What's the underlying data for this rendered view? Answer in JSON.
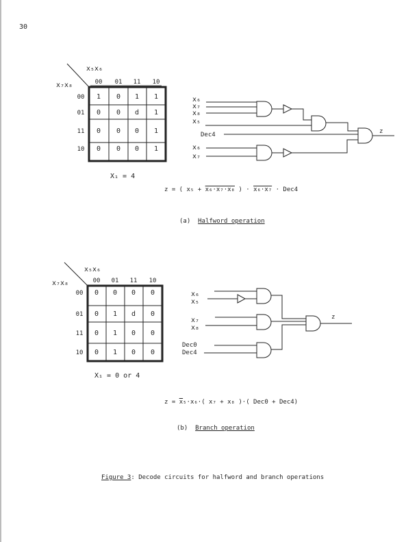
{
  "page_number": "30",
  "part_a": {
    "kmap": {
      "col_var": "x₅x₆",
      "row_var": "x₇x₈",
      "col_headers": [
        "00",
        "01",
        "11",
        "10"
      ],
      "row_headers": [
        "00",
        "01",
        "11",
        "10"
      ],
      "cells": [
        [
          "1",
          "0",
          "1",
          "1"
        ],
        [
          "0",
          "0",
          "d",
          "1"
        ],
        [
          "0",
          "0",
          "0",
          "1"
        ],
        [
          "0",
          "0",
          "0",
          "1"
        ]
      ],
      "condition": "X₁ = 4"
    },
    "circuit": {
      "inputs": [
        "x₆",
        "x₇",
        "x₈",
        "x₅",
        "Dec4",
        "x₆",
        "x₇"
      ],
      "output": "z"
    },
    "equation": {
      "lhs": "z = ( x₅ + ",
      "ol1": "x₆·x₇·x₈",
      "mid": " ) · ",
      "ol2": "x₆·x₇",
      "rhs": " · Dec4"
    },
    "caption_label": "(a)",
    "caption_text": "Halfword operation"
  },
  "part_b": {
    "kmap": {
      "col_var": "x₅x₆",
      "row_var": "x₇x₈",
      "col_headers": [
        "00",
        "01",
        "11",
        "10"
      ],
      "row_headers": [
        "00",
        "01",
        "11",
        "10"
      ],
      "cells": [
        [
          "0",
          "0",
          "0",
          "0"
        ],
        [
          "0",
          "1",
          "d",
          "0"
        ],
        [
          "0",
          "1",
          "0",
          "0"
        ],
        [
          "0",
          "1",
          "0",
          "0"
        ]
      ],
      "condition": "X₁ = 0 or 4"
    },
    "circuit": {
      "inputs": [
        "x₆",
        "x₅",
        "x₇",
        "x₈",
        "Dec0",
        "Dec4"
      ],
      "output": "z"
    },
    "equation": {
      "lhs": "z = ",
      "ol1": "x",
      "rest": "₅·x₆·( x₇ + x₈ )·( Dec0 + Dec4)"
    },
    "caption_label": "(b)",
    "caption_text": "Branch operation"
  },
  "figure_caption": {
    "label": "Figure 3",
    "text": ": Decode circuits for halfword and branch operations"
  }
}
